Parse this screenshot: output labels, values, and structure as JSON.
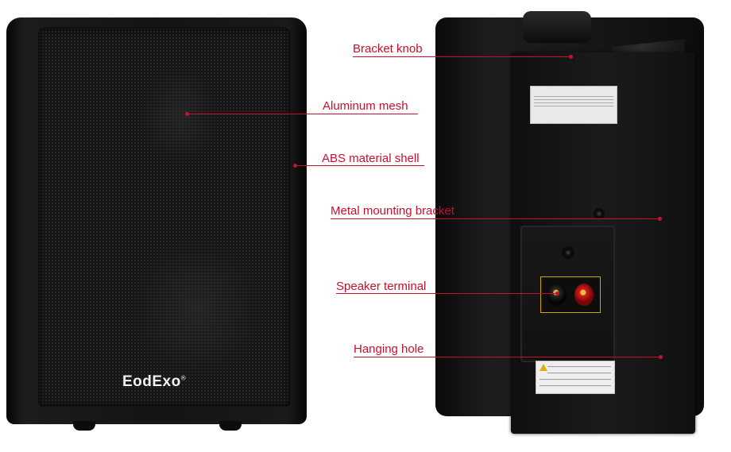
{
  "brand": {
    "logo_text": "EodExo",
    "trademark": "®"
  },
  "callouts": [
    {
      "id": "bracket-knob",
      "label": "Bracket knob"
    },
    {
      "id": "aluminum-mesh",
      "label": "Aluminum mesh"
    },
    {
      "id": "abs-shell",
      "label": "ABS material shell"
    },
    {
      "id": "metal-bracket",
      "label": "Metal mounting bracket"
    },
    {
      "id": "speaker-terminal",
      "label": "Speaker terminal"
    },
    {
      "id": "hanging-hole",
      "label": "Hanging hole"
    }
  ],
  "colors": {
    "callout": "#c8102e",
    "speaker_body": "#141414",
    "terminal_red": "#d32020",
    "terminal_gold": "#d2a400",
    "background": "#ffffff"
  }
}
